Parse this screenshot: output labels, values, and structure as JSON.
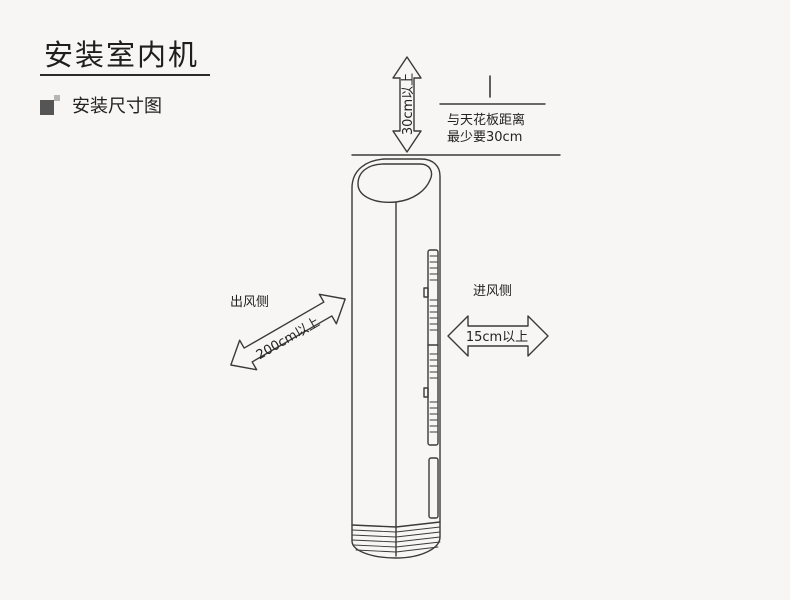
{
  "header": {
    "title": "安装室内机",
    "section_title": "安装尺寸图"
  },
  "annotations": {
    "top_clearance": "30cm以上",
    "ceiling_note_line1": "与天花板距离",
    "ceiling_note_line2": "最少要30cm",
    "outlet_side_label": "出风侧",
    "outlet_clearance": "200cm以上",
    "inlet_side_label": "进风侧",
    "inlet_clearance": "15cm以上"
  },
  "colors": {
    "line": "#3a3a3a",
    "marker_dark": "#555555",
    "marker_light": "#b5b5b5",
    "background": "#f8f6f4"
  }
}
